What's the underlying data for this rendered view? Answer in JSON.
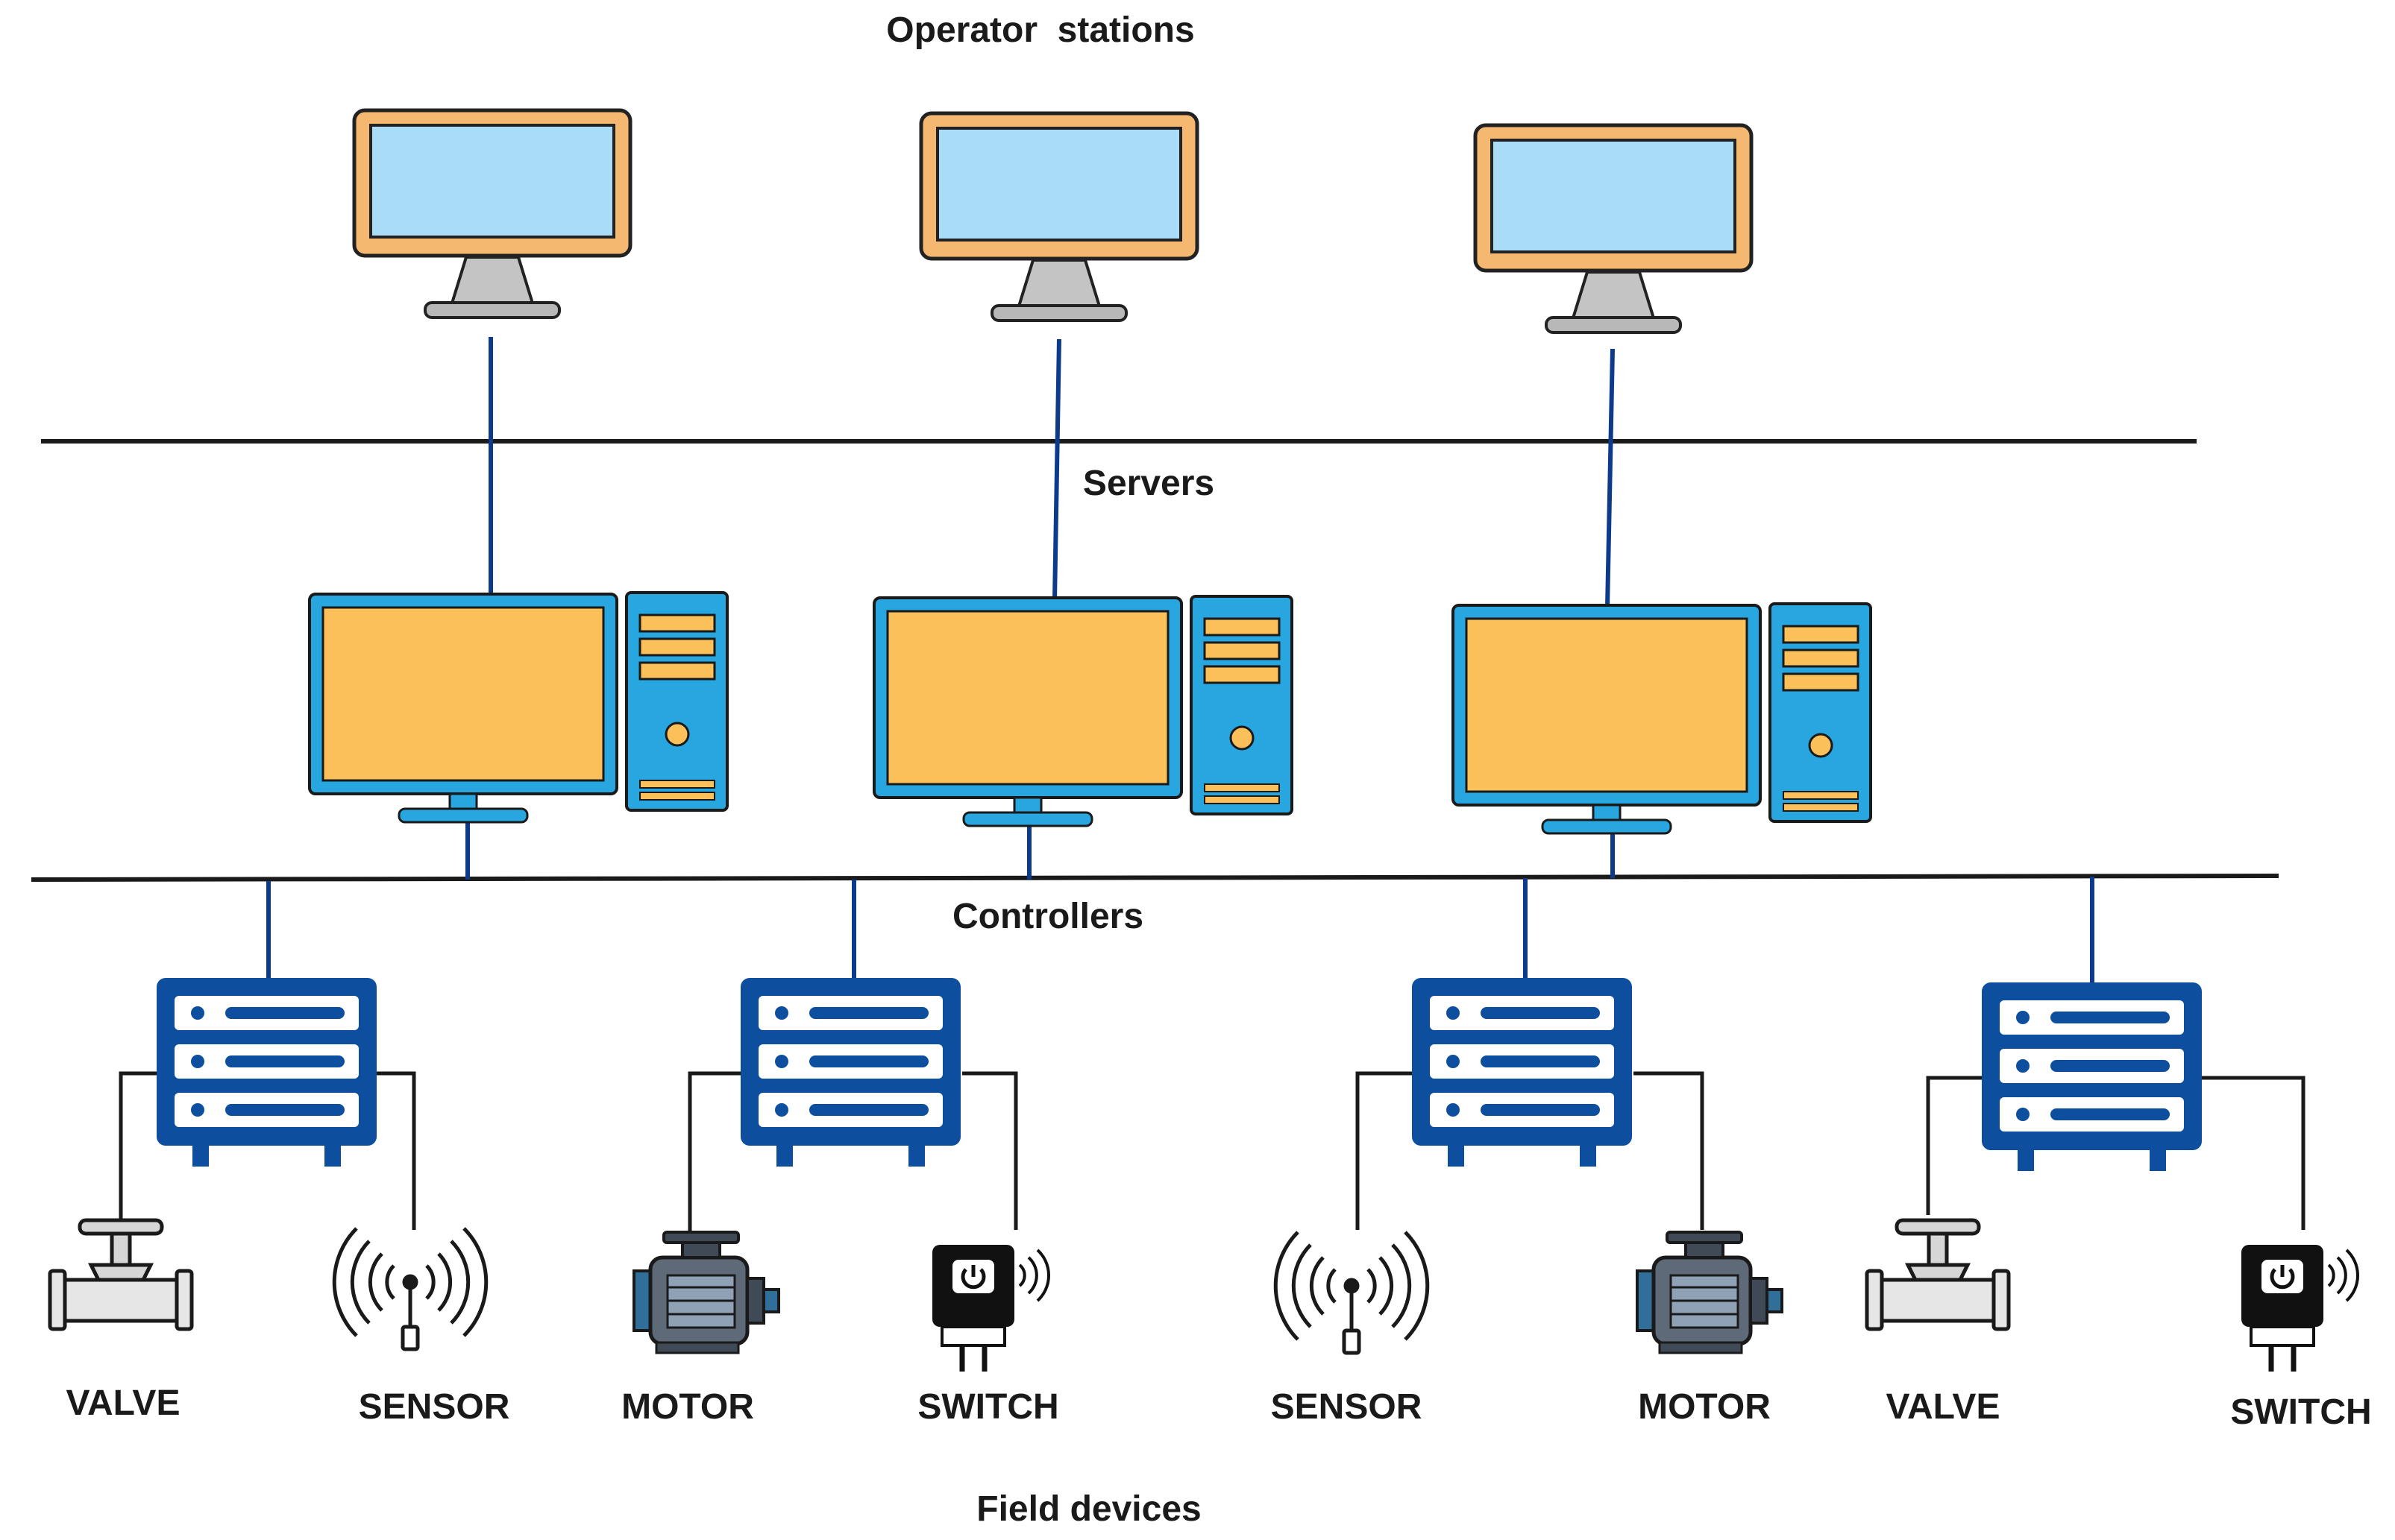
{
  "labels": {
    "operator_stations": "Operator  stations",
    "servers": "Servers",
    "controllers": "Controllers",
    "field_devices": "Field devices"
  },
  "field_devices": [
    "VALVE",
    "SENSOR",
    "MOTOR",
    "SWITCH",
    "SENSOR",
    "MOTOR",
    "VALVE",
    "SWITCH"
  ],
  "colors": {
    "monitor_frame": "#f5b870",
    "monitor_screen": "#a9dcf6",
    "stand": "#b8b8b8",
    "server_body": "#27a6e0",
    "server_screen": "#fcc05a",
    "controller": "#0d4f9e",
    "link": "#0d3a8a",
    "bus": "#1a1a1a"
  },
  "icons": {
    "operator_station": "desktop-monitor-icon",
    "server": "desktop-computer-tower-icon",
    "controller": "rack-server-icon",
    "valve": "valve-icon",
    "sensor": "wireless-sensor-icon",
    "motor": "motor-icon",
    "switch": "smart-switch-icon"
  }
}
